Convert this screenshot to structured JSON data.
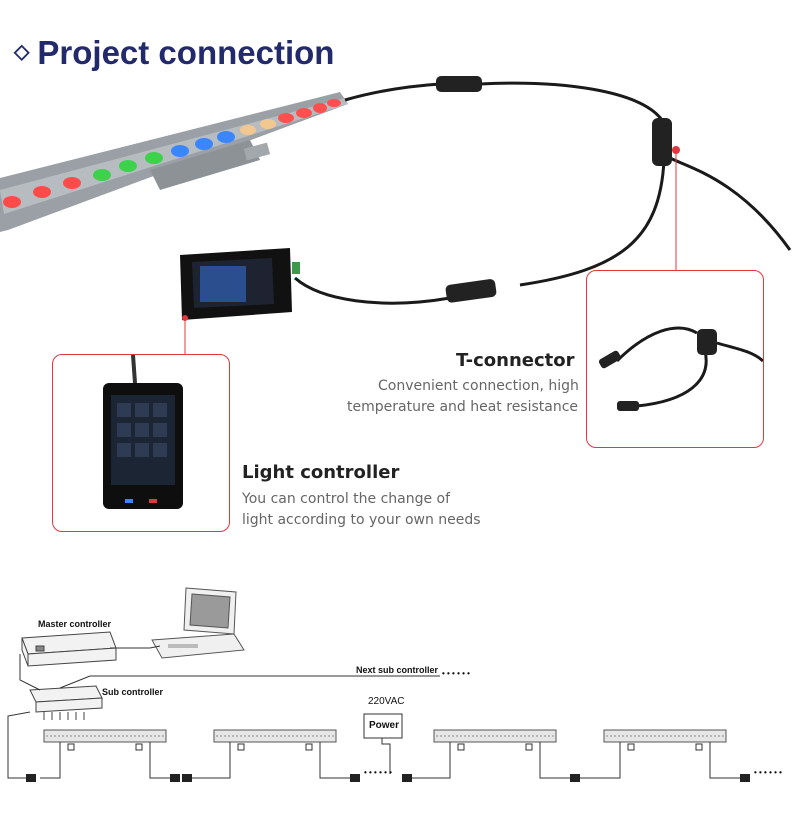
{
  "header": {
    "title": "Project connection",
    "bullet": "◇"
  },
  "callouts": {
    "t_connector": {
      "title": "T-connector",
      "desc_line1": "Convenient connection, high",
      "desc_line2": "temperature and heat resistance"
    },
    "light_controller": {
      "title": "Light controller",
      "desc_line1": "You can control the change of",
      "desc_line2": "light according to your own needs"
    }
  },
  "diagram": {
    "master_label": "Master controller",
    "sub_label": "Sub controller",
    "next_label": "Next sub controller",
    "voltage_label": "220VAC",
    "power_label": "Power",
    "continuation": "• • • • • •"
  },
  "colors": {
    "title": "#222a6b",
    "accent": "#e0383e"
  }
}
